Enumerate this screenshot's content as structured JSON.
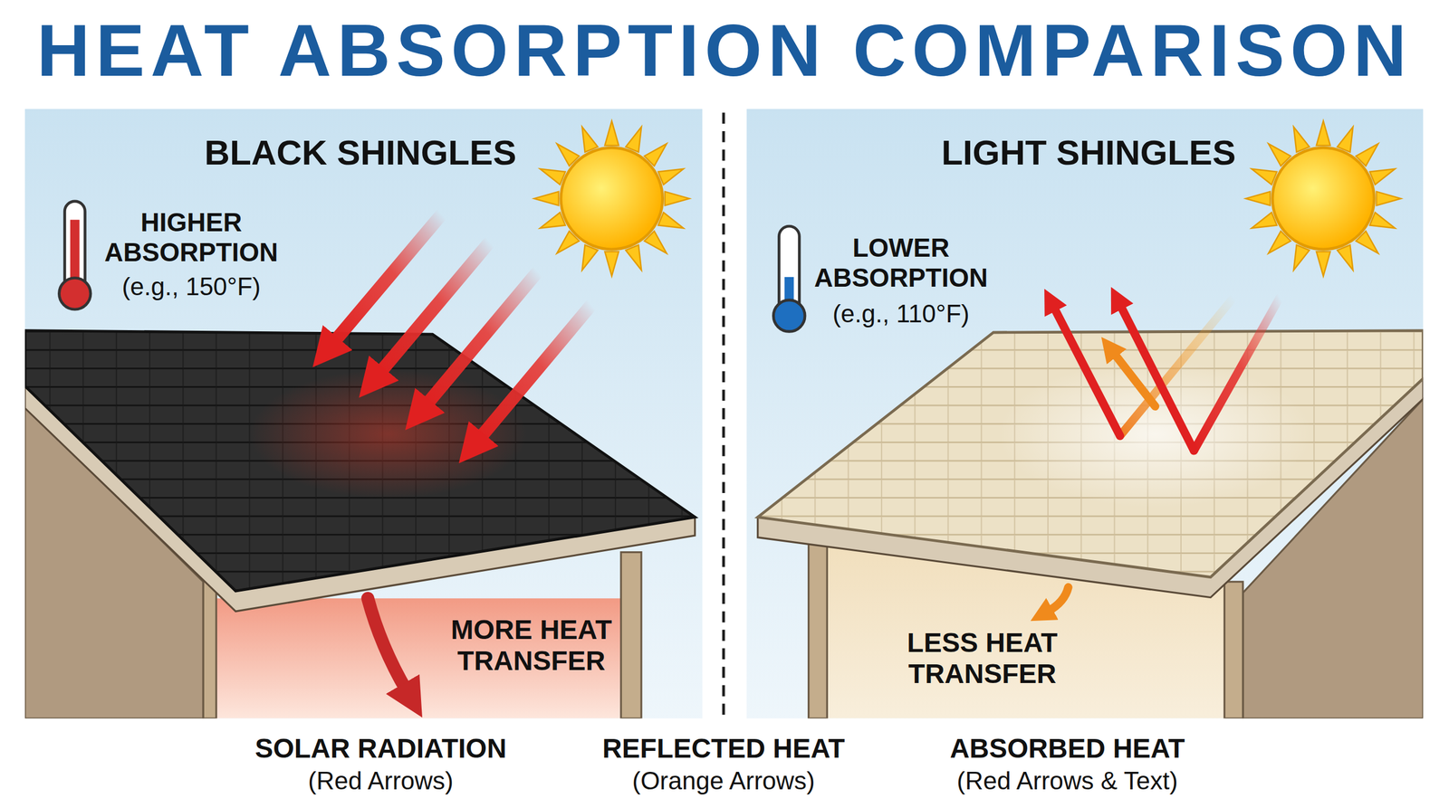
{
  "diagram": {
    "title": "HEAT ABSORPTION COMPARISON",
    "nodes": [
      {
        "text": [
          "BLACK SHINGLES"
        ]
      },
      {
        "text": [
          "LIGHT SHINGLES"
        ]
      }
    ],
    "labels": [
      "HIGHER ABSORPTION",
      "(e.g., 150°F)",
      "MORE HEAT TRANSFER",
      "LOWER ABSORPTION",
      "(e.g., 110°F)",
      "LESS HEAT TRANSFER",
      "SOLAR RADIATION",
      "(Red Arrows)",
      "REFLECTED HEAT",
      "(Orange Arrows)",
      "ABSORBED HEAT",
      "(Red Arrows & Text)"
    ]
  }
}
